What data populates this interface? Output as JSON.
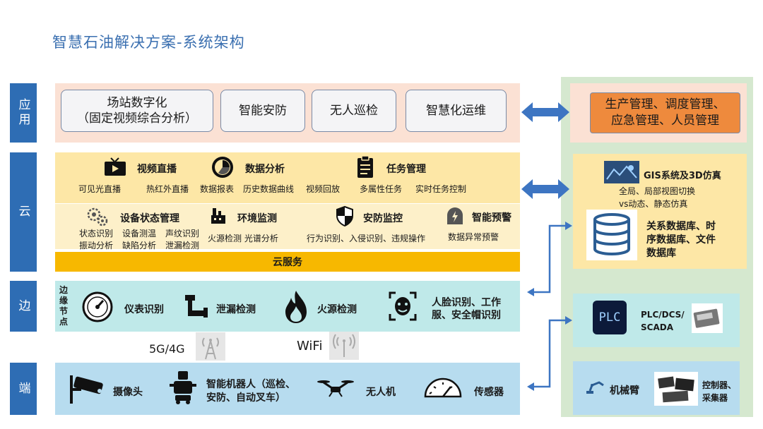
{
  "title": "智慧石油解决方案-系统架构",
  "layers": {
    "app": "应用",
    "cloud": "云",
    "edge": "边",
    "end": "端"
  },
  "app": {
    "box1_line1": "场站数字化",
    "box1_line2": "（固定视频综合分析）",
    "box2": "智能安防",
    "box3": "无人巡检",
    "box4": "智慧化运维"
  },
  "cloud": {
    "video_live": "视频直播",
    "data_analysis": "数据分析",
    "task_mgmt": "任务管理",
    "row1_sub": [
      "可见光直播",
      "热红外直播",
      "数据报表",
      "历史数据曲线",
      "视频回放",
      "多属性任务",
      "实时任务控制"
    ],
    "device_mgmt": "设备状态管理",
    "env_monitor": "环境监测",
    "security_monitor": "安防监控",
    "smart_warning": "智能预警",
    "device_sub": [
      "状态识别",
      "设备测温",
      "声纹识别",
      "振动分析",
      "缺陷分析",
      "泄漏检测"
    ],
    "env_sub": "火源检测  光谱分析",
    "security_sub": "行为识别、入侵识别、违规操作",
    "warning_sub": "数据异常预警",
    "service": "云服务"
  },
  "edge": {
    "side_label": "边缘节点",
    "meter": "仪表识别",
    "leak": "泄漏检测",
    "fire": "火源检测",
    "face_line1": "人脸识别、工作",
    "face_line2": "服、安全帽识别",
    "net_5g": "5G/4G",
    "net_wifi": "WiFi"
  },
  "end": {
    "camera": "摄像头",
    "robot_line1": "智能机器人（巡检、",
    "robot_line2": "安防、自动叉车）",
    "drone": "无人机",
    "sensor": "传感器"
  },
  "right": {
    "mgmt_line1": "生产管理、调度管理、",
    "mgmt_line2": "应急管理、人员管理",
    "gis_title": "GIS系统及3D仿真",
    "gis_sub1": "全局、局部视图切换",
    "gis_sub2": "vs动态、静态仿真",
    "db_line1": "关系数据库、时",
    "db_line2": "序数据库、文件",
    "db_line3": "数据库",
    "plc_icon": "PLC",
    "plc_text_line1": "PLC/DCS/",
    "plc_text_line2": "SCADA",
    "arm": "机械臂",
    "ctrl_line1": "控制器、",
    "ctrl_line2": "采集器"
  },
  "colors": {
    "blue": "#2e6db4",
    "orange": "#f7b800",
    "mgmt_box": "#ee8a3d",
    "arrow": "#3d75c2"
  }
}
